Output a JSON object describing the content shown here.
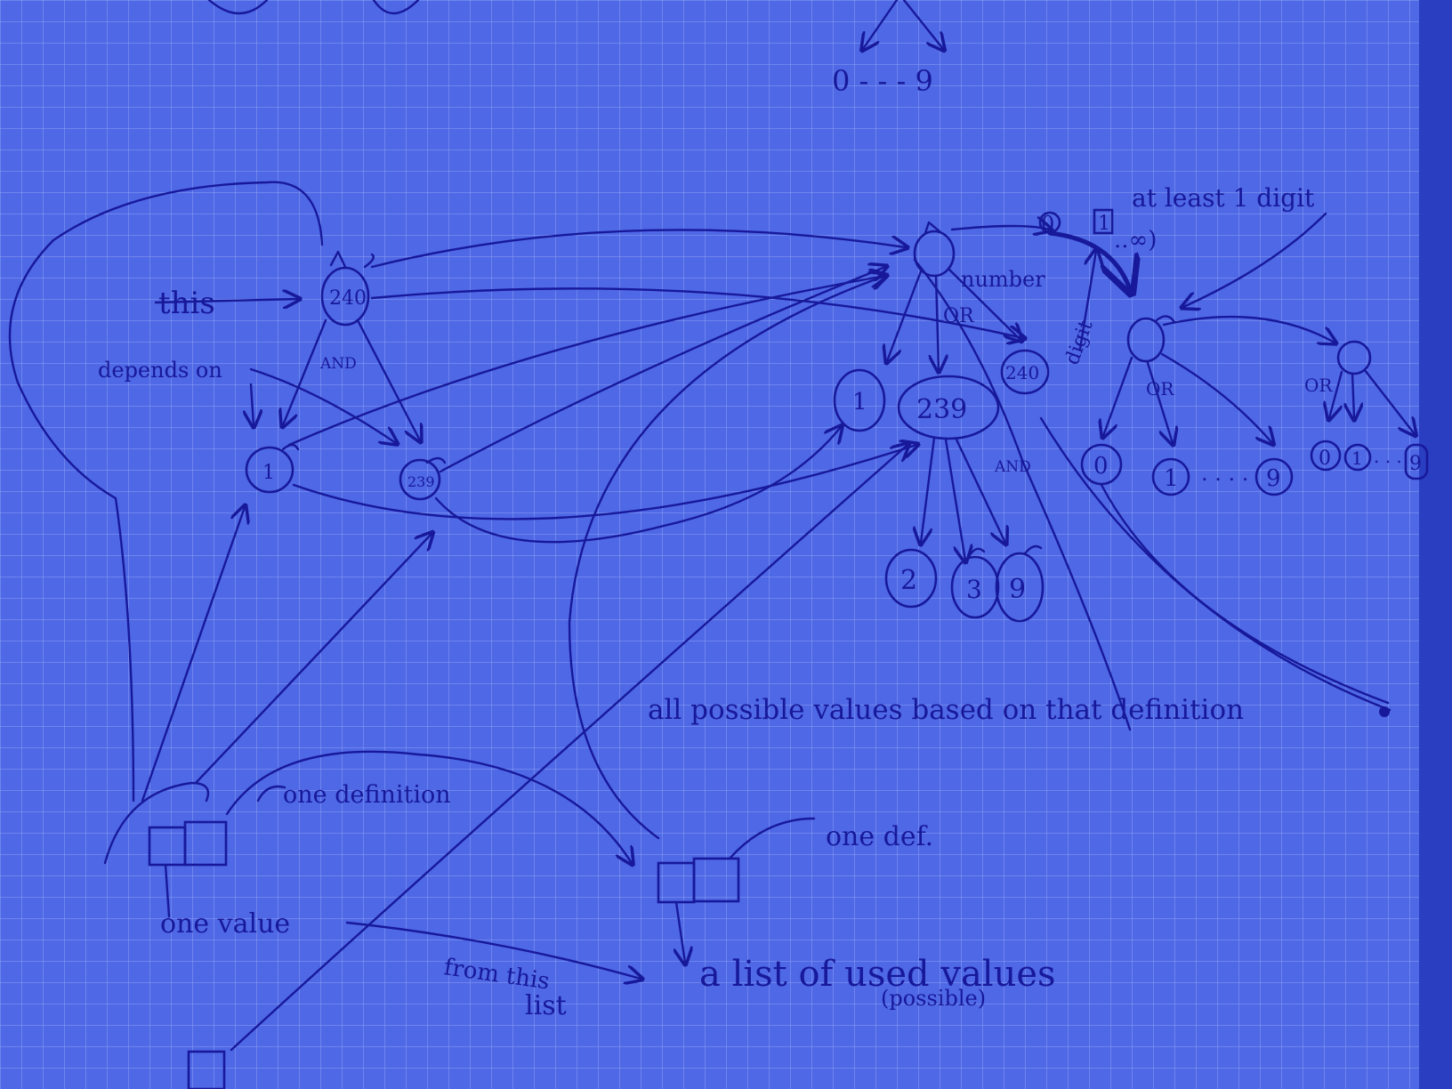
{
  "colors": {
    "paper": "#4f68e6",
    "grid": "#8ea2f2",
    "ink": "#17199a",
    "edge": "#2a3ec2"
  },
  "top": {
    "range_label": "0 - - - 9"
  },
  "nodes": {
    "n240_left": "240",
    "n1_left": "1",
    "n239_left": "239",
    "n1_mid": "1",
    "n239_mid": "239",
    "n240_mid": "240",
    "n2": "2",
    "n3": "3",
    "n9": "9",
    "zero_top": "0",
    "one_top": "1",
    "d0": "0",
    "d1": "1",
    "d9": "9",
    "r0": "0",
    "r1": "1",
    "r9": "9"
  },
  "labels": {
    "this": "this",
    "depends_on": "depends on",
    "and_left": "AND",
    "number": "number",
    "or_number": "OR",
    "digit": "digit",
    "or_digit": "OR",
    "or_right": "OR",
    "and_mid": "AND",
    "at_least": "at least 1 digit",
    "range_inf": "..∞)",
    "dots1": ". . . .",
    "dots2": ". . .",
    "all_possible": "all possible values based on that definition",
    "one_definition": "one definition",
    "one_value": "one value",
    "one_def": "one def.",
    "from_this_list": "from this",
    "list": "list",
    "a_list": "a list of used values",
    "possible": "(possible)"
  }
}
